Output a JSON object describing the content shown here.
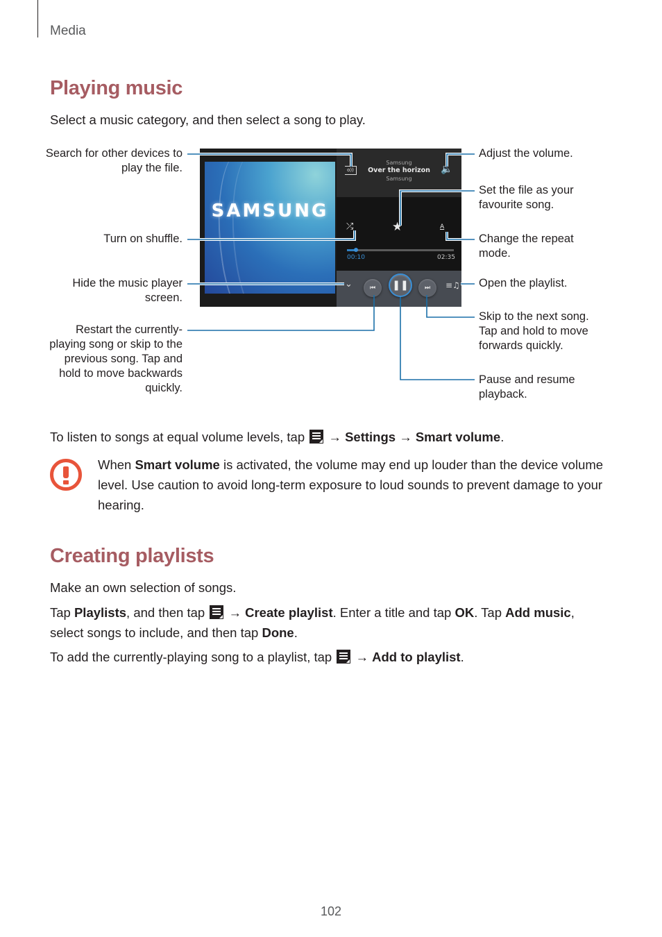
{
  "header": {
    "section": "Media"
  },
  "playing_music": {
    "title": "Playing music",
    "intro": "Select a music category, and then select a song to play.",
    "player": {
      "album_logo": "SAMSUNG",
      "artist_top": "Samsung",
      "song_title": "Over the horizon",
      "album_name": "Samsung",
      "current_time": "00:10",
      "total_time": "02:35",
      "progress_percent": 7,
      "icons": {
        "cast": "o))",
        "volume": "🔈",
        "shuffle": "⤮",
        "favourite": "★",
        "repeat": "A",
        "hide": "⌄",
        "previous": "⏮",
        "pause": "❚❚",
        "next": "⏭",
        "playlist": "≡♫"
      }
    },
    "callouts": {
      "search_devices": "Search for other devices to play the file.",
      "shuffle": "Turn on shuffle.",
      "hide_player": "Hide the music player screen.",
      "restart": "Restart the currently-playing song or skip to the previous song. Tap and hold to move backwards quickly.",
      "volume": "Adjust the volume.",
      "favourite": "Set the file as your favourite song.",
      "repeat": "Change the repeat mode.",
      "playlist": "Open the playlist.",
      "next": "Skip to the next song. Tap and hold to move forwards quickly.",
      "pause": "Pause and resume playback."
    },
    "callout_line_color": "#1a6fa8",
    "smart_volume": {
      "prefix": "To listen to songs at equal volume levels, tap",
      "arrow1": "→",
      "settings": "Settings",
      "arrow2": "→",
      "smart_volume": "Smart volume",
      "suffix": "."
    },
    "warning": {
      "w1": "When",
      "bold": "Smart volume",
      "rest": "is activated, the volume may end up louder than the device volume level. Use caution to avoid long-term exposure to loud sounds to prevent damage to your hearing.",
      "icon_color": "#e8543a"
    }
  },
  "creating_playlists": {
    "title": "Creating playlists",
    "intro": "Make an own selection of songs.",
    "step1": {
      "t1": "Tap",
      "b1": "Playlists",
      "t2": ", and then tap",
      "arrow": "→",
      "b2": "Create playlist",
      "t3": ". Enter a title and tap",
      "b3": "OK",
      "t4": ". Tap",
      "b4": "Add music",
      "t5": ", select songs to include, and then tap",
      "b5": "Done",
      "t6": "."
    },
    "step2": {
      "t1": "To add the currently-playing song to a playlist, tap",
      "arrow": "→",
      "b1": "Add to playlist",
      "t2": "."
    }
  },
  "footer": {
    "page_number": "102"
  },
  "colors": {
    "heading": "#a65c62",
    "body_text": "#231f20",
    "accent_blue": "#3a8fd6"
  }
}
